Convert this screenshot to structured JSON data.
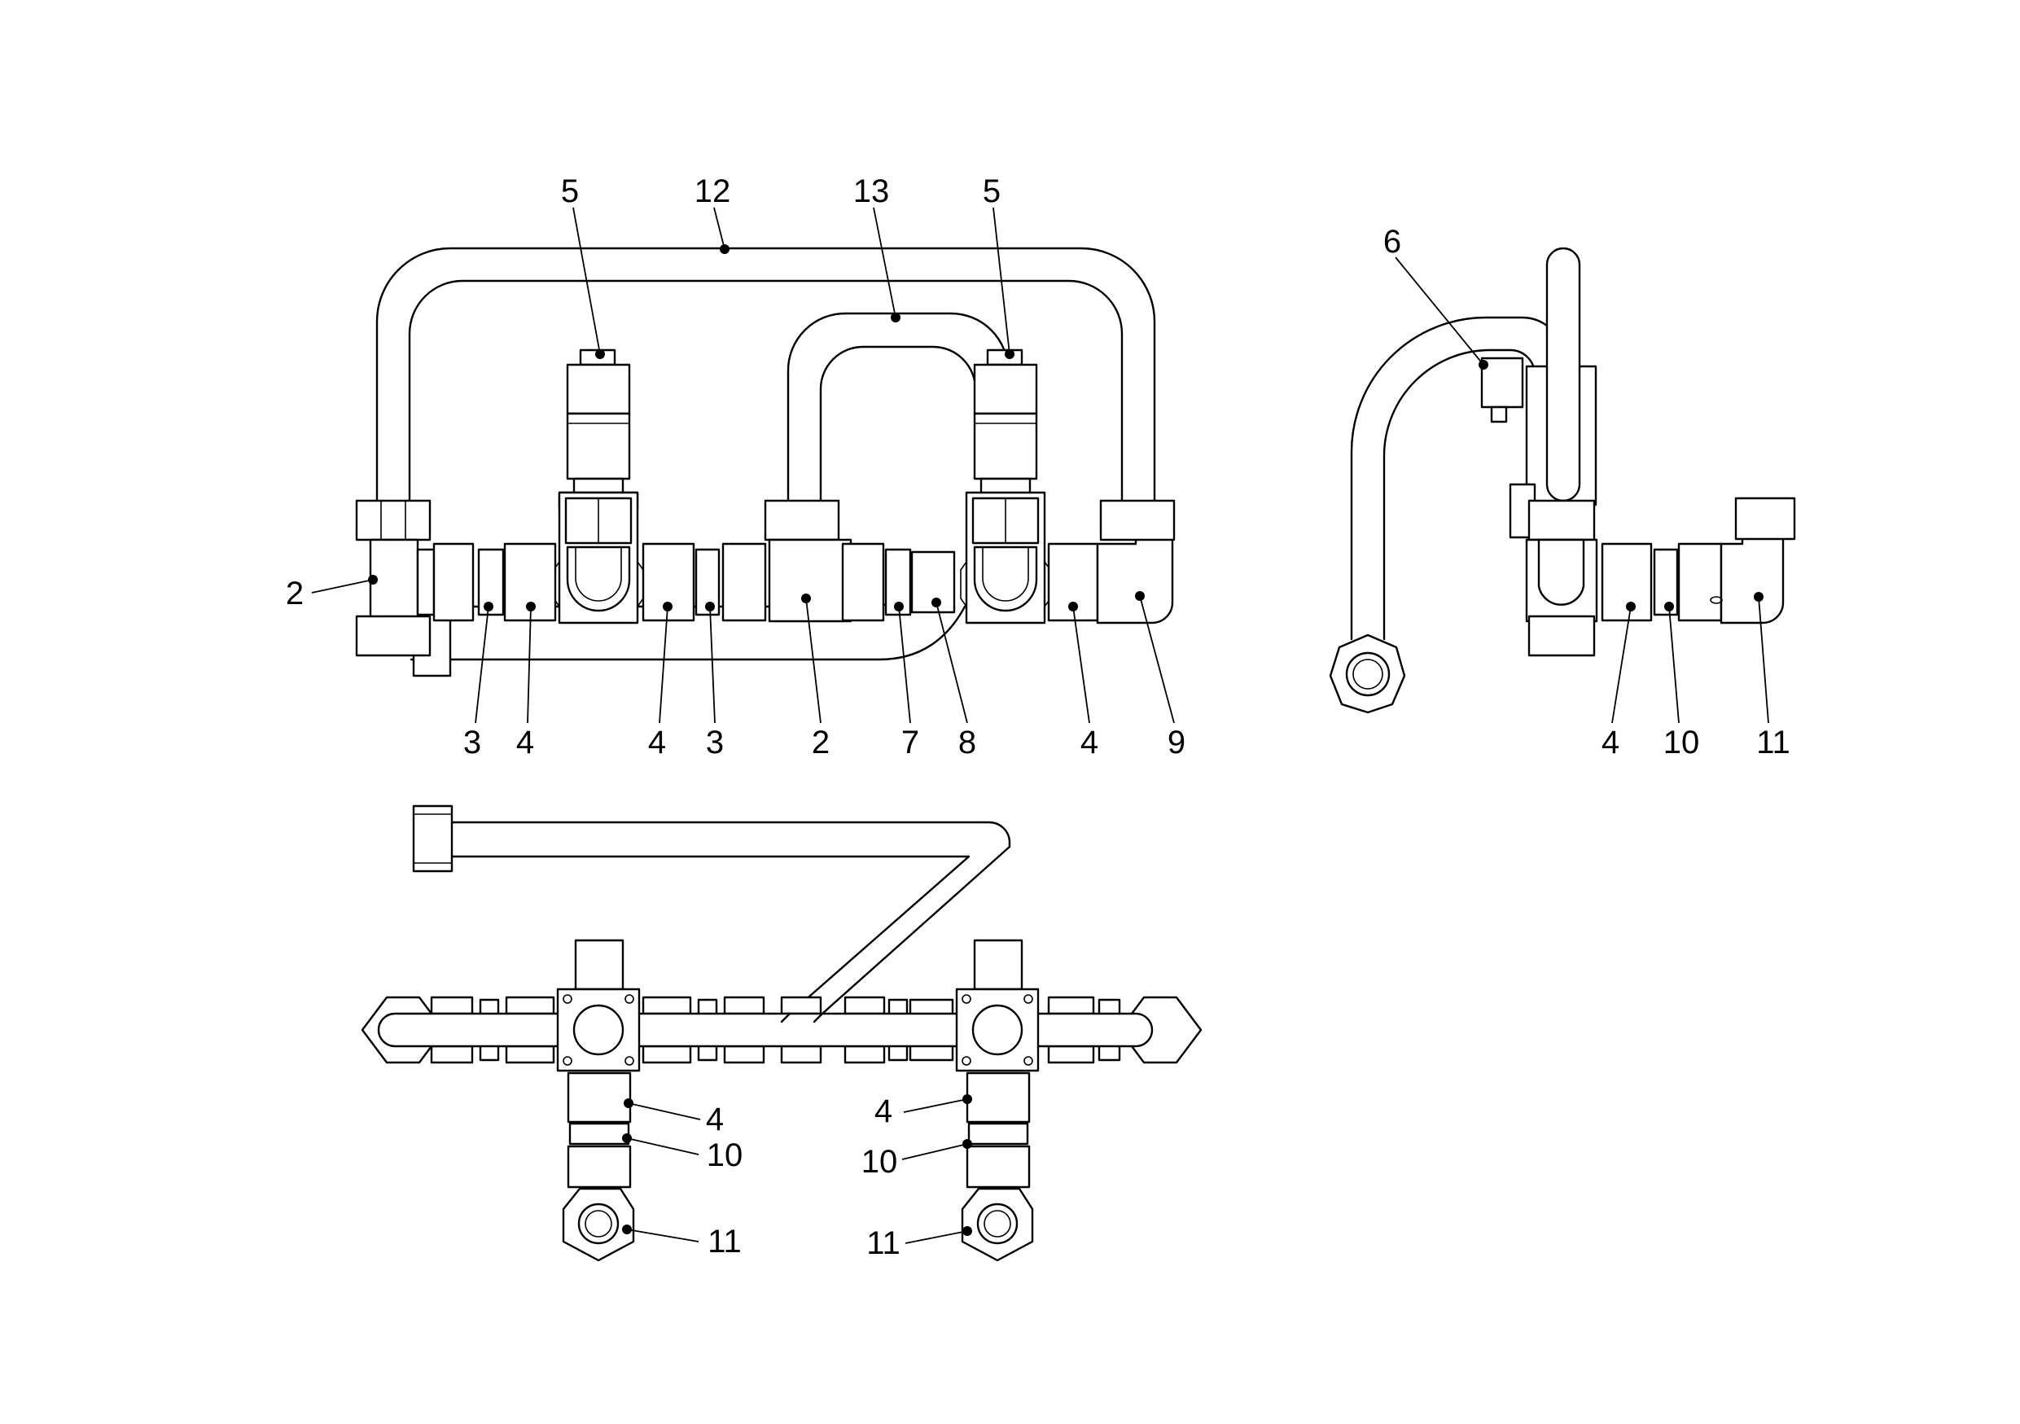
{
  "diagram": {
    "colors": {
      "line": "#000000",
      "background": "#ffffff"
    },
    "views": [
      {
        "name": "front-view",
        "callouts": [
          "5",
          "12",
          "13",
          "5",
          "2",
          "3",
          "4",
          "4",
          "3",
          "2",
          "7",
          "8",
          "4",
          "9"
        ]
      },
      {
        "name": "side-view",
        "callouts": [
          "6",
          "4",
          "10",
          "11"
        ]
      },
      {
        "name": "top-view",
        "callouts": [
          "4",
          "10",
          "11",
          "4",
          "10",
          "11"
        ]
      }
    ],
    "labels": {
      "fv_5a": "5",
      "fv_12": "12",
      "fv_13": "13",
      "fv_5b": "5",
      "fv_2a": "2",
      "fv_3a": "3",
      "fv_4a": "4",
      "fv_4b": "4",
      "fv_3b": "3",
      "fv_2b": "2",
      "fv_7": "7",
      "fv_8": "8",
      "fv_4c": "4",
      "fv_9": "9",
      "sv_6": "6",
      "sv_4": "4",
      "sv_10": "10",
      "sv_11": "11",
      "tv_4a": "4",
      "tv_10a": "10",
      "tv_11a": "11",
      "tv_4b": "4",
      "tv_10b": "10",
      "tv_11b": "11"
    }
  }
}
